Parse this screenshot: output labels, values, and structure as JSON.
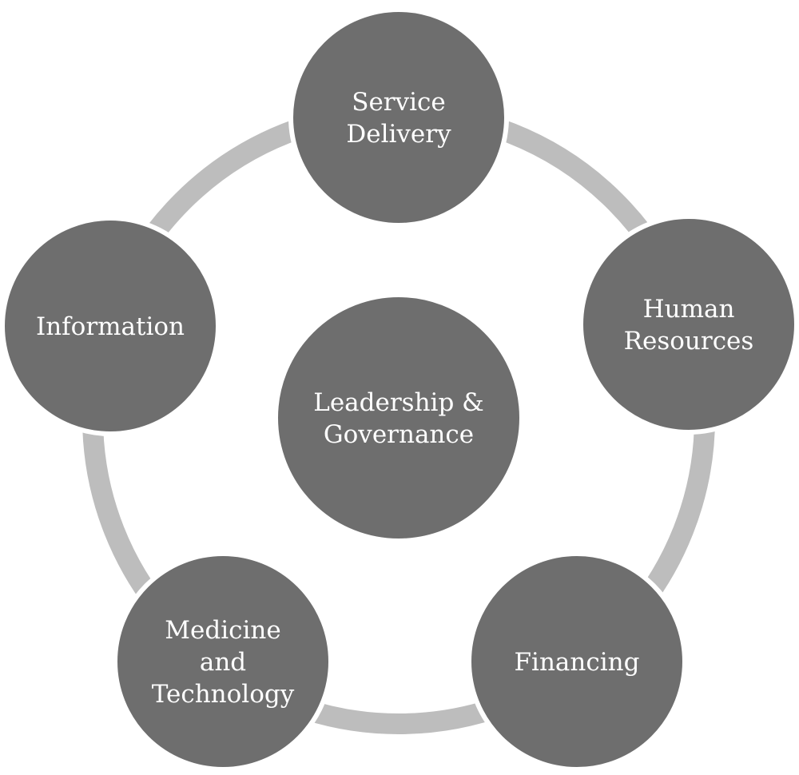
{
  "colors": {
    "node_fill": "#6e6e6e",
    "ring": "#bdbdbd",
    "text": "#ffffff"
  },
  "center": {
    "lines": [
      "Leadership &",
      "Governance"
    ]
  },
  "nodes": [
    {
      "id": "service-delivery",
      "lines": [
        "Service",
        "Delivery"
      ]
    },
    {
      "id": "human-resources",
      "lines": [
        "Human",
        "Resources"
      ]
    },
    {
      "id": "financing",
      "lines": [
        "Financing"
      ]
    },
    {
      "id": "medicine-and-technology",
      "lines": [
        "Medicine",
        "and",
        "Technology"
      ]
    },
    {
      "id": "information",
      "lines": [
        "Information"
      ]
    }
  ]
}
